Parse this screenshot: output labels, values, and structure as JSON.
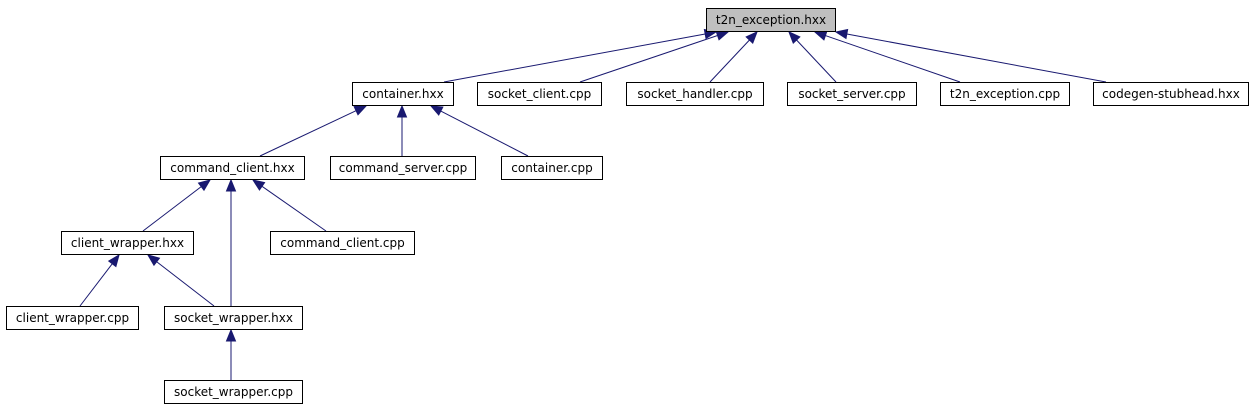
{
  "graph": {
    "edge_color": "#191970",
    "root_fill": "#bfbfbf",
    "nodes": [
      {
        "id": "t2n_exception_hxx",
        "label": "t2n_exception.hxx",
        "root": true
      },
      {
        "id": "container_hxx",
        "label": "container.hxx"
      },
      {
        "id": "socket_client_cpp",
        "label": "socket_client.cpp"
      },
      {
        "id": "socket_handler_cpp",
        "label": "socket_handler.cpp"
      },
      {
        "id": "socket_server_cpp",
        "label": "socket_server.cpp"
      },
      {
        "id": "t2n_exception_cpp",
        "label": "t2n_exception.cpp"
      },
      {
        "id": "codegen_stubhead_hxx",
        "label": "codegen-stubhead.hxx"
      },
      {
        "id": "command_client_hxx",
        "label": "command_client.hxx"
      },
      {
        "id": "command_server_cpp",
        "label": "command_server.cpp"
      },
      {
        "id": "container_cpp",
        "label": "container.cpp"
      },
      {
        "id": "client_wrapper_hxx",
        "label": "client_wrapper.hxx"
      },
      {
        "id": "command_client_cpp",
        "label": "command_client.cpp"
      },
      {
        "id": "client_wrapper_cpp",
        "label": "client_wrapper.cpp"
      },
      {
        "id": "socket_wrapper_hxx",
        "label": "socket_wrapper.hxx"
      },
      {
        "id": "socket_wrapper_cpp",
        "label": "socket_wrapper.cpp"
      }
    ],
    "edges": [
      {
        "from": "container_hxx",
        "to": "t2n_exception_hxx"
      },
      {
        "from": "socket_client_cpp",
        "to": "t2n_exception_hxx"
      },
      {
        "from": "socket_handler_cpp",
        "to": "t2n_exception_hxx"
      },
      {
        "from": "socket_server_cpp",
        "to": "t2n_exception_hxx"
      },
      {
        "from": "t2n_exception_cpp",
        "to": "t2n_exception_hxx"
      },
      {
        "from": "codegen_stubhead_hxx",
        "to": "t2n_exception_hxx"
      },
      {
        "from": "command_client_hxx",
        "to": "container_hxx"
      },
      {
        "from": "command_server_cpp",
        "to": "container_hxx"
      },
      {
        "from": "container_cpp",
        "to": "container_hxx"
      },
      {
        "from": "client_wrapper_hxx",
        "to": "command_client_hxx"
      },
      {
        "from": "socket_wrapper_hxx",
        "to": "command_client_hxx"
      },
      {
        "from": "command_client_cpp",
        "to": "command_client_hxx"
      },
      {
        "from": "client_wrapper_cpp",
        "to": "client_wrapper_hxx"
      },
      {
        "from": "socket_wrapper_hxx",
        "to": "client_wrapper_hxx"
      },
      {
        "from": "socket_wrapper_cpp",
        "to": "socket_wrapper_hxx"
      }
    ]
  }
}
